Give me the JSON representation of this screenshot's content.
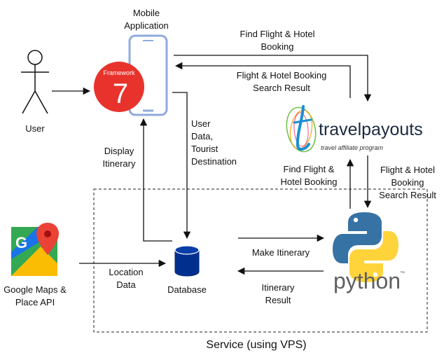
{
  "actors": {
    "user": "User",
    "mobile_app": [
      "Mobile",
      "Application"
    ],
    "framework_badge": "Framework",
    "framework_number": "7",
    "google": [
      "Google Maps &",
      "Place API"
    ],
    "google_letter": "G",
    "database": "Database",
    "travelpayouts": "travelpayouts",
    "travelpayouts_tagline": "travel affiliate program",
    "python": "python",
    "python_tm": "™"
  },
  "edges": {
    "find_booking_top": [
      "Find Flight & Hotel",
      "Booking"
    ],
    "search_result_top": [
      "Flight & Hotel Booking",
      "Search Result"
    ],
    "user_data": [
      "User",
      "Data,",
      "Tourist",
      "Destination"
    ],
    "display_itinerary": [
      "Display",
      "Itinerary"
    ],
    "find_booking_right": [
      "Find Flight &",
      "Hotel Booking"
    ],
    "search_result_right": [
      "Flight & Hotel",
      "Booking",
      "Search Result"
    ],
    "make_itinerary": "Make Itinerary",
    "itinerary_result": [
      "Itinerary",
      "Result"
    ],
    "location_data": [
      "Location",
      "Data"
    ]
  },
  "boundary": {
    "label": "Service (using VPS)"
  },
  "colors": {
    "framework_red": "#e8332c",
    "phone_blue": "#8faadc",
    "database_blue": "#002f8e",
    "python_blue": "#3772a4",
    "python_yellow": "#ffd43b",
    "python_text": "#606060",
    "travelpayouts_blue": "#1b8fd3"
  }
}
